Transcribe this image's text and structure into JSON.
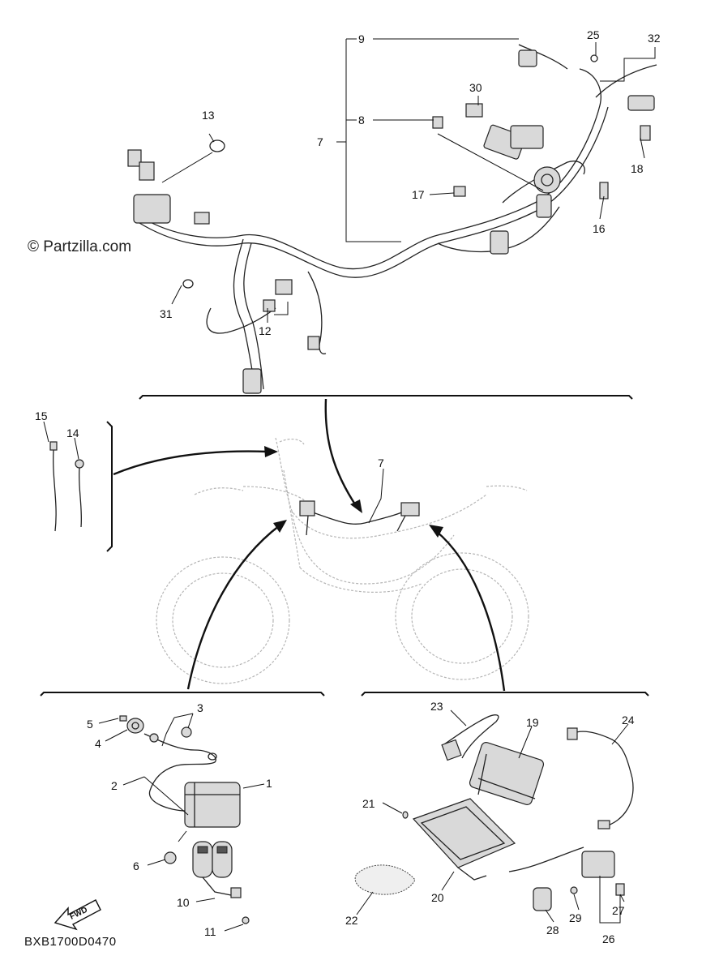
{
  "watermark": "© Partzilla.com",
  "diagram_code": "BXB1700D0470",
  "fwd_label": "FWD",
  "callouts": {
    "c1": "1",
    "c2": "2",
    "c3": "3",
    "c4": "4",
    "c5": "5",
    "c6": "6",
    "c7_top": "7",
    "c7_mid": "7",
    "c8": "8",
    "c9": "9",
    "c10": "10",
    "c11": "11",
    "c12": "12",
    "c13": "13",
    "c14": "14",
    "c15": "15",
    "c16": "16",
    "c17": "17",
    "c18": "18",
    "c19": "19",
    "c20": "20",
    "c21": "21",
    "c22": "22",
    "c23": "23",
    "c24": "24",
    "c25": "25",
    "c26": "26",
    "c27": "27",
    "c28": "28",
    "c29": "29",
    "c30": "30",
    "c31": "31",
    "c32": "32"
  }
}
